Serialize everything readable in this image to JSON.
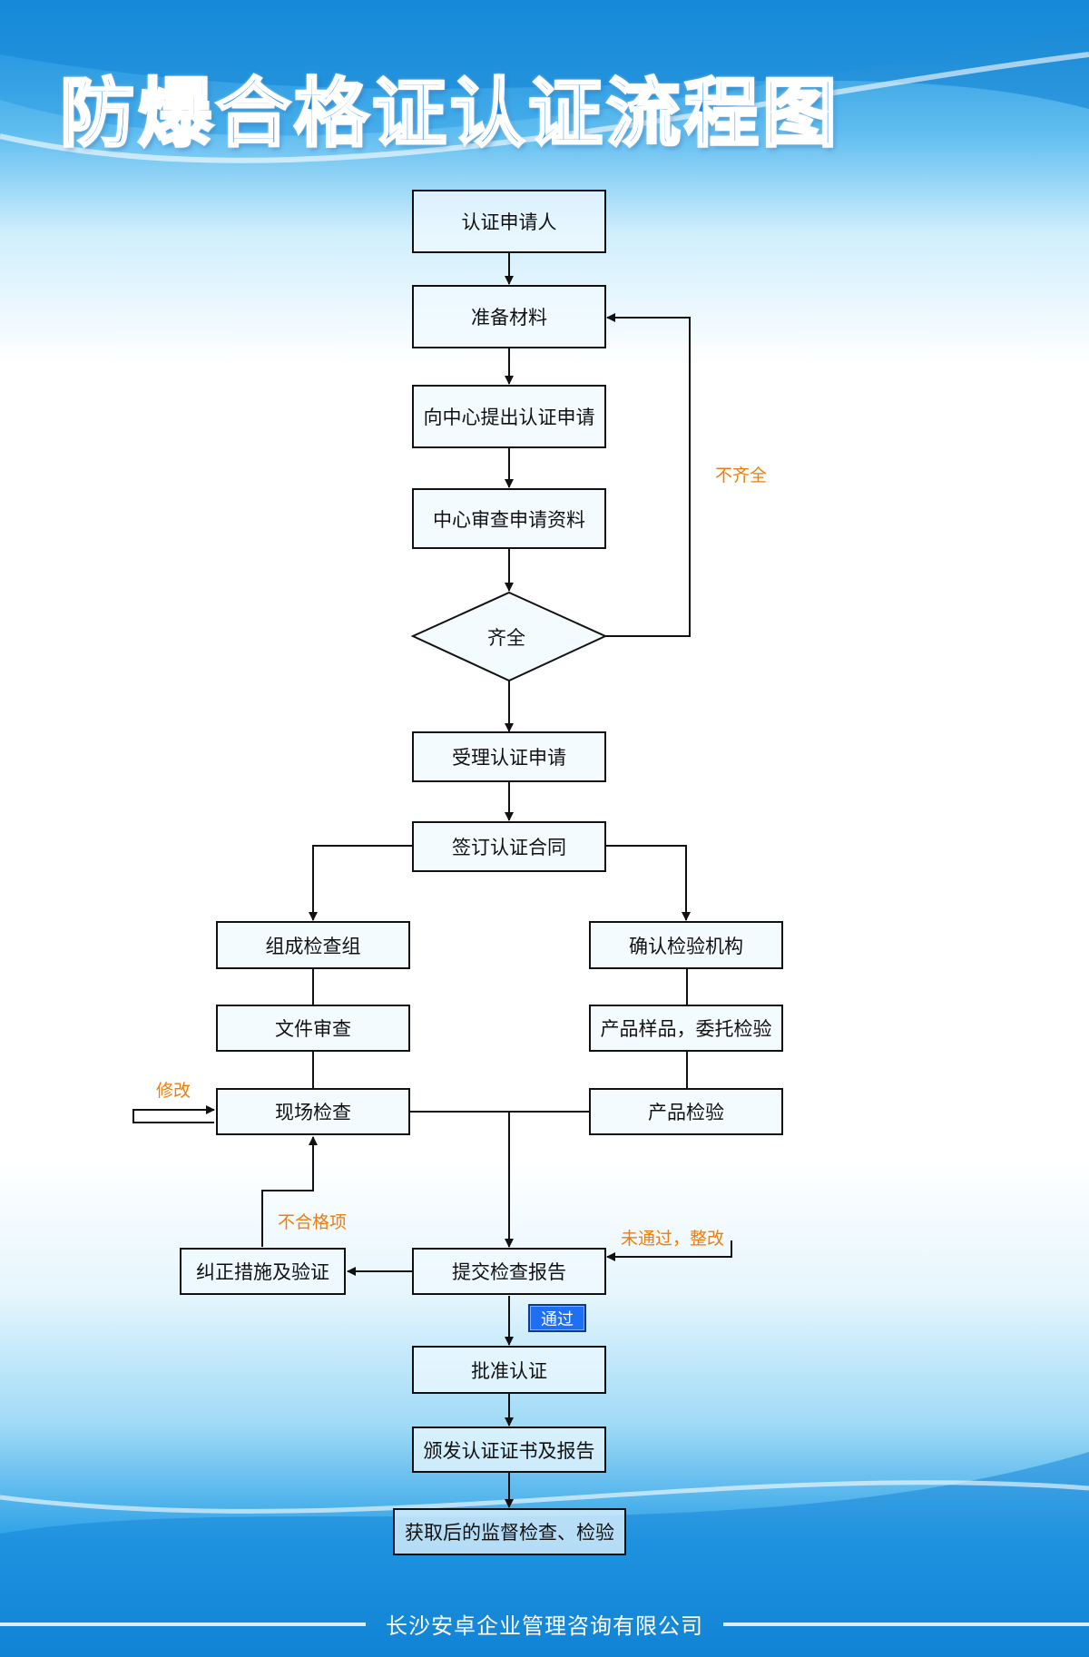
{
  "title": "防爆合格证认证流程图",
  "nodes": {
    "applicant": "认证申请人",
    "prepare": "准备材料",
    "submit_application": "向中心提出认证申请",
    "review_materials": "中心审查申请资料",
    "complete_check": "齐全",
    "accept": "受理认证申请",
    "sign_contract": "签订认证合同",
    "form_team": "组成检查组",
    "doc_review": "文件审查",
    "onsite_check": "现场检查",
    "confirm_lab": "确认检验机构",
    "sample_entrust": "产品样品，委托检验",
    "product_test": "产品检验",
    "corrective": "纠正措施及验证",
    "submit_report": "提交检查报告",
    "approve": "批准认证",
    "issue_cert": "颁发认证证书及报告",
    "supervision": "获取后的监督检查、检验"
  },
  "labels": {
    "incomplete": "不齐全",
    "modify": "修改",
    "nonconform": "不合格项",
    "not_passed": "未通过，整改",
    "passed": "通过"
  },
  "footer": "长沙安卓企业管理咨询有限公司",
  "colors": {
    "label": "#f07c0a",
    "badge": "#1e6ff2",
    "title": "#1f86e6"
  }
}
